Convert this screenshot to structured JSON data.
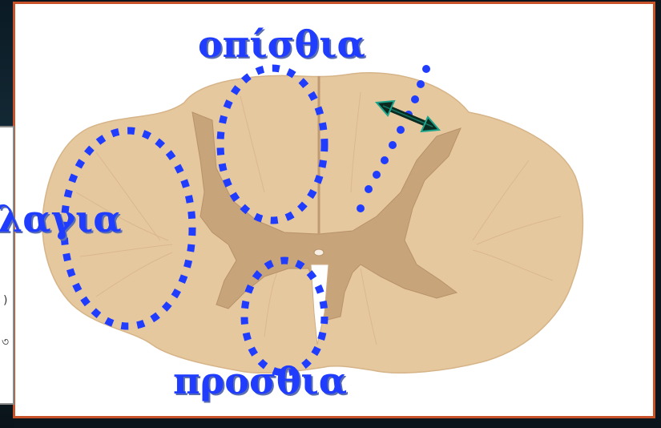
{
  "labels": {
    "posterior": "οπίσθια",
    "lateral": "λαγια",
    "anterior": "προσθια"
  },
  "colors": {
    "tissue": "#e8c9a0",
    "gray_matter": "#c9a57a",
    "marker_blue": "#1f3cff",
    "arrow_teal": "#1aa58c",
    "frame_border": "#c8532a"
  }
}
